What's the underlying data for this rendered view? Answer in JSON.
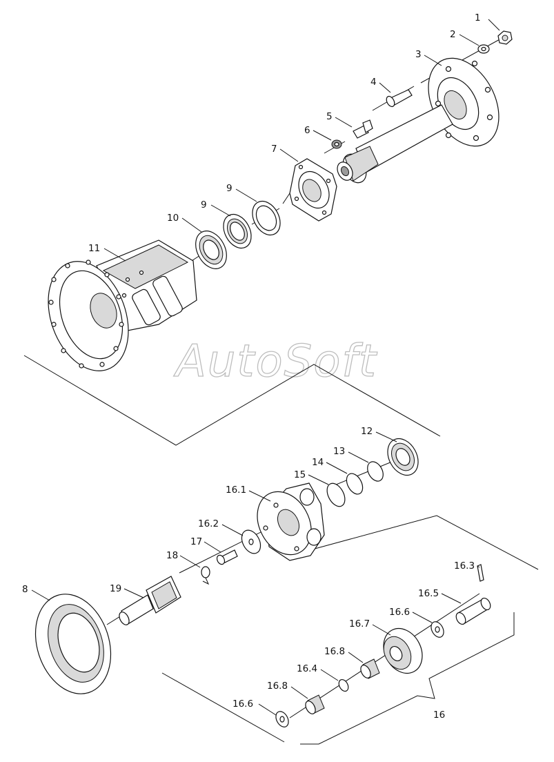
{
  "watermark": "AutoSoft",
  "callouts": [
    {
      "id": "c1",
      "text": "1"
    },
    {
      "id": "c2",
      "text": "2"
    },
    {
      "id": "c3",
      "text": "3"
    },
    {
      "id": "c4",
      "text": "4"
    },
    {
      "id": "c5",
      "text": "5"
    },
    {
      "id": "c6",
      "text": "6"
    },
    {
      "id": "c7",
      "text": "7"
    },
    {
      "id": "c9a",
      "text": "9"
    },
    {
      "id": "c9b",
      "text": "9"
    },
    {
      "id": "c10",
      "text": "10"
    },
    {
      "id": "c11",
      "text": "11"
    },
    {
      "id": "c12",
      "text": "12"
    },
    {
      "id": "c13",
      "text": "13"
    },
    {
      "id": "c14",
      "text": "14"
    },
    {
      "id": "c15",
      "text": "15"
    },
    {
      "id": "c16_1",
      "text": "16.1"
    },
    {
      "id": "c16_2",
      "text": "16.2"
    },
    {
      "id": "c17",
      "text": "17"
    },
    {
      "id": "c18",
      "text": "18"
    },
    {
      "id": "c8",
      "text": "8"
    },
    {
      "id": "c19",
      "text": "19"
    },
    {
      "id": "c16_3",
      "text": "16.3"
    },
    {
      "id": "c16_5",
      "text": "16.5"
    },
    {
      "id": "c16_6a",
      "text": "16.6"
    },
    {
      "id": "c16_7",
      "text": "16.7"
    },
    {
      "id": "c16_8a",
      "text": "16.8"
    },
    {
      "id": "c16_4",
      "text": "16.4"
    },
    {
      "id": "c16_8b",
      "text": "16.8"
    },
    {
      "id": "c16_6b",
      "text": "16.6"
    },
    {
      "id": "c16",
      "text": "16"
    }
  ]
}
